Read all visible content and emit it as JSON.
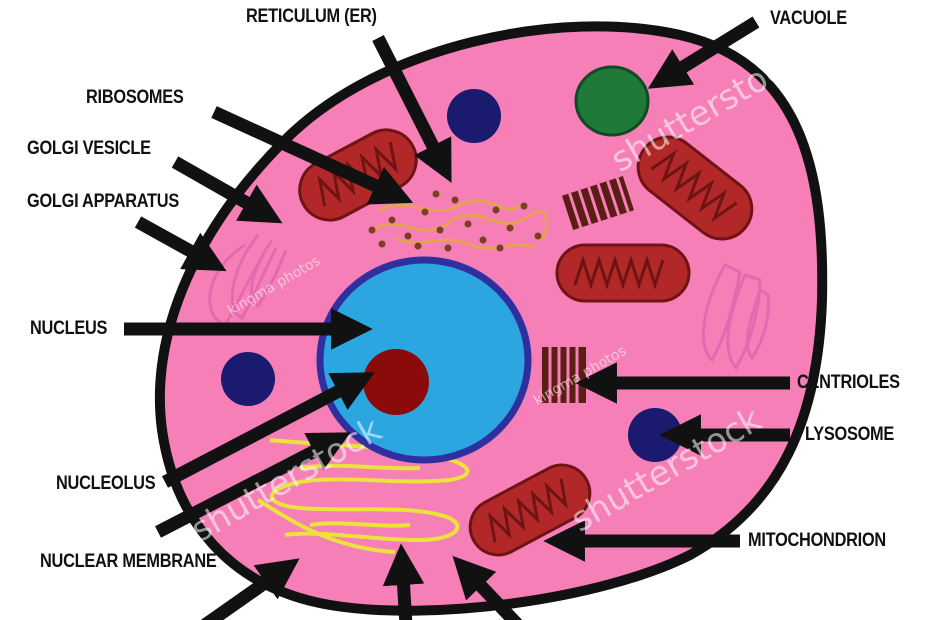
{
  "labels": {
    "reticulum": "RETICULUM (ER)",
    "vacuole": "VACUOLE",
    "ribosomes": "RIBOSOMES",
    "golgi_vesicle": "GOLGI VESICLE",
    "golgi_apparatus": "GOLGI APPARATUS",
    "nucleus": "NUCLEUS",
    "centrioles": "CENTRIOLES",
    "lysosome": "LYSOSOME",
    "nucleolus": "NUCLEOLUS",
    "mitochondrion": "MITOCHONDRION",
    "nuclear_membrane": "NUCLEAR MEMBRANE"
  },
  "watermarks": {
    "brand": "shutterstock",
    "author": "kingma photos"
  },
  "colors": {
    "cytoplasm": "#f57fb6",
    "membrane": "#111111",
    "nucleus": "#2ba6e0",
    "nuclear_membrane": "#2f2f9f",
    "nucleolus": "#8b0a0a",
    "mitochondrion": "#b22828",
    "vacuole": "#1f7a3a",
    "lysosome": "#1a1a6e",
    "ribosomes": "#e7a352",
    "golgi": "#e46ab0",
    "er": "#ece23c",
    "centrioles": "#5a1e14"
  }
}
